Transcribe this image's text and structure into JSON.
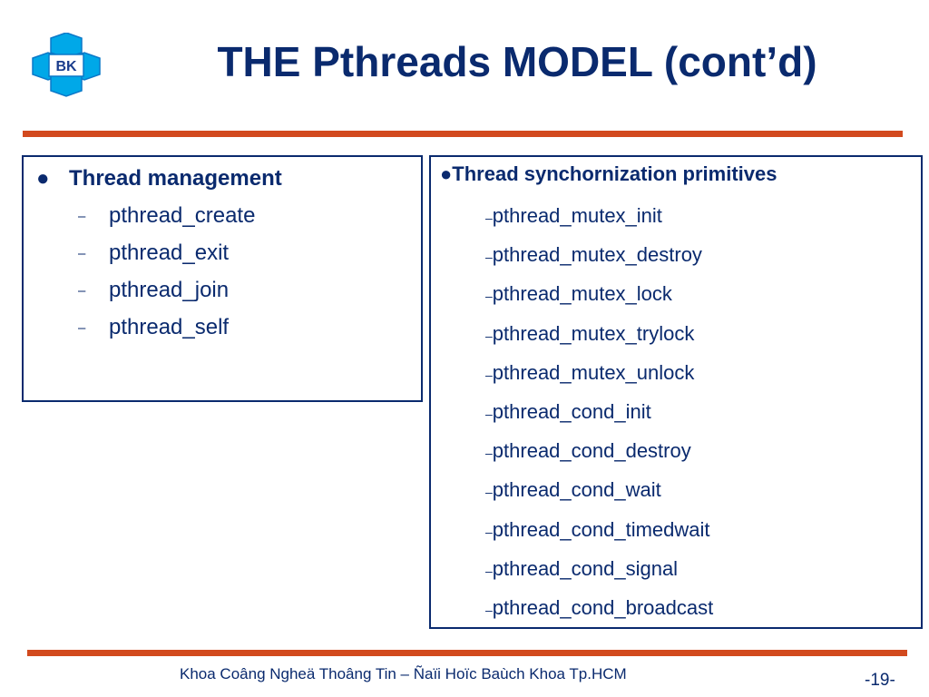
{
  "slide": {
    "title": "THE Pthreads MODEL (cont’d)",
    "logo_text": "BK",
    "colors": {
      "title": "#0a2a6e",
      "rule": "#d24a1e",
      "logo": "#00a8e8"
    }
  },
  "left_box": {
    "bullet": "●",
    "heading": "Thread management",
    "dash": "–",
    "items": [
      "pthread_create",
      "pthread_exit",
      "pthread_join",
      "pthread_self"
    ]
  },
  "right_box": {
    "bullet": "●",
    "heading": "Thread synchornization primitives",
    "dash": "–",
    "items": [
      "pthread_mutex_init",
      "pthread_mutex_destroy",
      "pthread_mutex_lock",
      "pthread_mutex_trylock",
      "pthread_mutex_unlock",
      "pthread_cond_init",
      "pthread_cond_destroy",
      "pthread_cond_wait",
      "pthread_cond_timedwait",
      "pthread_cond_signal",
      "pthread_cond_broadcast"
    ]
  },
  "footer": {
    "text": "Khoa Coâng Ngheä Thoâng Tin – Ñaïi Hoïc Baùch Khoa Tp.HCM",
    "page_number": "-19-"
  }
}
